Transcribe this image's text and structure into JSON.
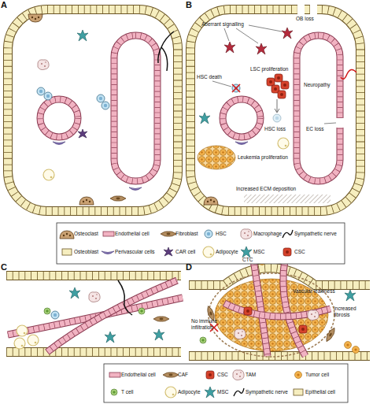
{
  "diagram": {
    "labels": [
      "A",
      "B",
      "Aberrant signalling",
      "OB loss",
      "HSC death",
      "LSC proliferation",
      "HSC loss",
      "Neuropathy",
      "EC loss",
      "Leukemia proliferation",
      "Increased ECM deposition",
      "C",
      "D",
      "CTC",
      "Vascular leakiness",
      "No immune infiltration",
      "Increased fibrosis"
    ],
    "legend": [
      {
        "text": "Osteoclast"
      },
      {
        "text": "Endothelial cell"
      },
      {
        "text": "Fibroblast"
      },
      {
        "text": "HSC"
      },
      {
        "text": "Macrophage"
      },
      {
        "text": "Sympathetic nerve"
      },
      {
        "text": "Osteoblast"
      },
      {
        "text": "Perivascular cells"
      },
      {
        "text": "CAR cell"
      },
      {
        "text": "Adipocyte"
      },
      {
        "text": "MSC"
      },
      {
        "text": "CSC"
      },
      {
        "text": "Endothelial cell"
      },
      {
        "text": "CAF"
      },
      {
        "text": "CSC"
      },
      {
        "text": "TAM"
      },
      {
        "text": "Tumor cell"
      },
      {
        "text": "T cell"
      },
      {
        "text": "Adipocyte"
      },
      {
        "text": "MSC"
      },
      {
        "text": "Sympathetic nerve"
      },
      {
        "text": "Epithelial cell"
      }
    ]
  }
}
